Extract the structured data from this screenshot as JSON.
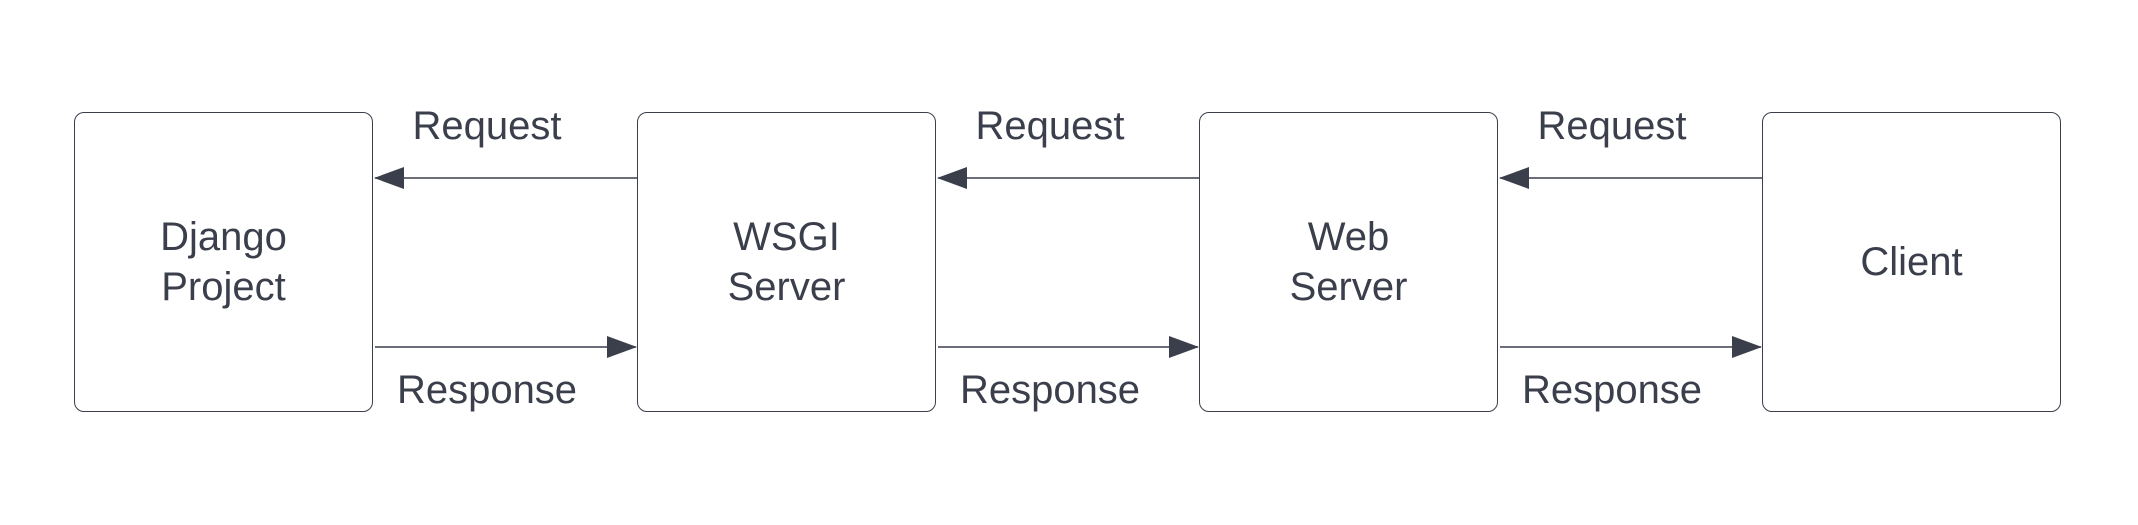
{
  "diagram": {
    "nodes": [
      {
        "id": "django",
        "label": "Django\nProject"
      },
      {
        "id": "wsgi",
        "label": "WSGI\nServer"
      },
      {
        "id": "web",
        "label": "Web\nServer"
      },
      {
        "id": "client",
        "label": "Client"
      }
    ],
    "request_label": "Request",
    "response_label": "Response",
    "stroke_color": "#3a3f4b"
  }
}
